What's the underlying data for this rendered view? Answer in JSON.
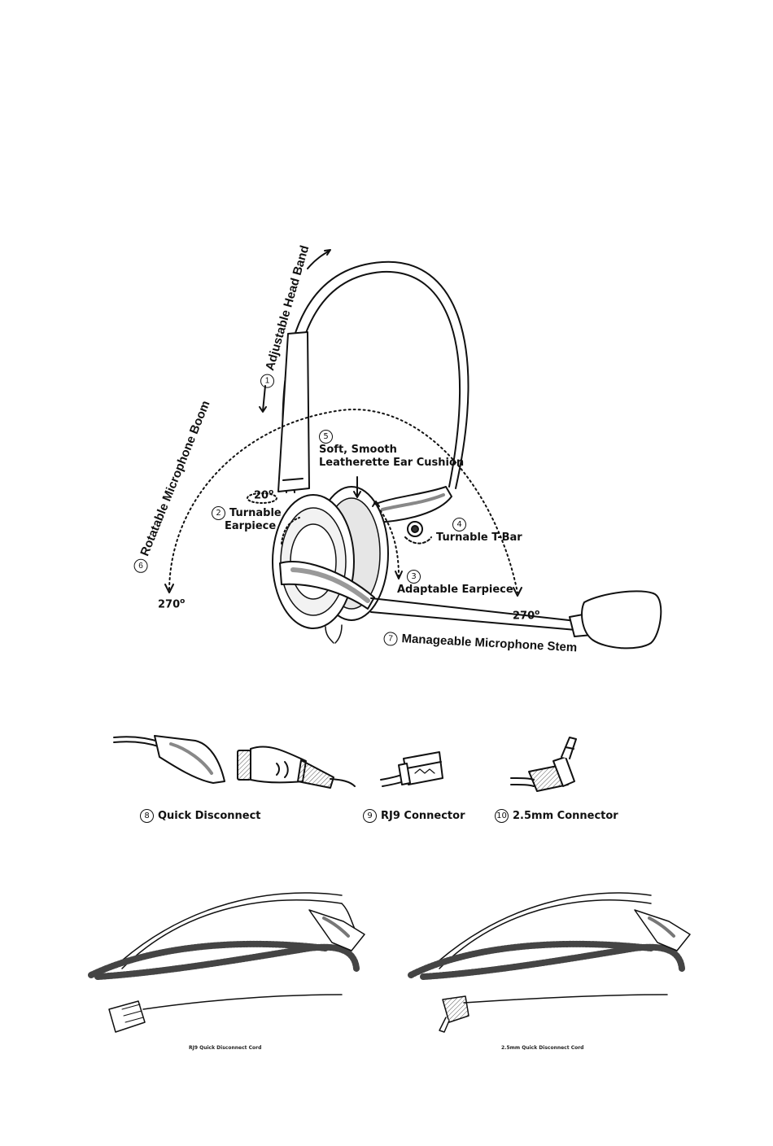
{
  "labels": {
    "l1": {
      "num": "1",
      "text": "Adjustable Head Band"
    },
    "l2": {
      "num": "2",
      "line1": "Turnable",
      "line2": "Earpiece"
    },
    "l3": {
      "num": "3",
      "text": "Adaptable Earpiece"
    },
    "l4": {
      "num": "4",
      "text": "Turnable T-Bar"
    },
    "l5": {
      "num": "5",
      "line1": "Soft, Smooth",
      "line2": "Leatherette Ear Cushion"
    },
    "l6": {
      "num": "6",
      "text": "Rotatable Microphone Boom"
    },
    "l7": {
      "num": "7",
      "text": "Manageable Microphone Stem"
    },
    "l8": {
      "num": "8",
      "text": "Quick Disconnect"
    },
    "l9": {
      "num": "9",
      "text": "RJ9 Connector"
    },
    "l10": {
      "num": "10",
      "text": "2.5mm Connector"
    }
  },
  "angles": {
    "earpiece": "20",
    "boom_left": "270",
    "boom_right": "270",
    "degree_mark": "o"
  },
  "captions": {
    "rj9_cord": "RJ9 Quick Disconnect Cord",
    "mm_cord": "2.5mm Quick Disconnect Cord"
  },
  "colors": {
    "ink": "#111111",
    "shade": "#bdbdbd",
    "background": "#ffffff"
  }
}
